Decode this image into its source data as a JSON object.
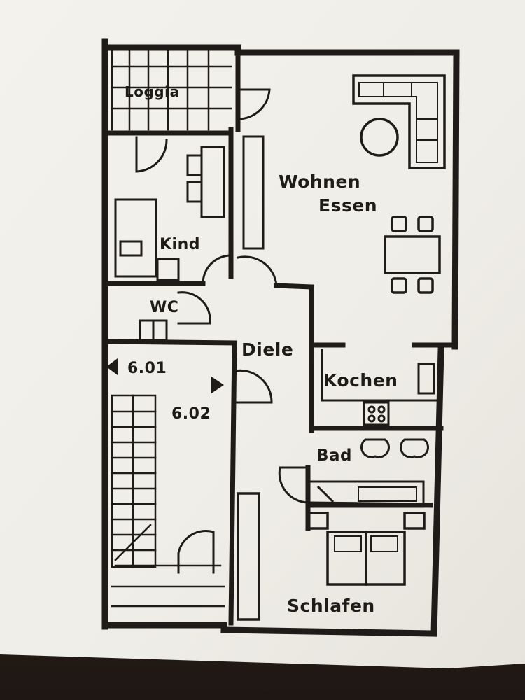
{
  "floor_plan": {
    "rooms": {
      "loggia": "Loggia",
      "kind": "Kind",
      "wc": "WC",
      "wohnen": "Wohnen",
      "essen": "Essen",
      "diele": "Diele",
      "kochen": "Kochen",
      "bad": "Bad",
      "schlafen": "Schlafen"
    },
    "unit_labels": {
      "left": "6.01",
      "right": "6.02"
    }
  },
  "colors": {
    "ink": "#1e1b18",
    "paper": "#f2f0ea"
  }
}
